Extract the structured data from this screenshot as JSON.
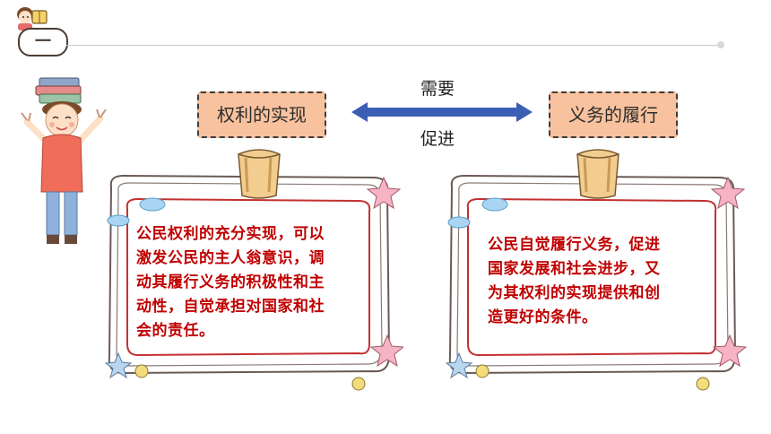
{
  "header": {
    "section_number": "一"
  },
  "concepts": {
    "left": "权利的实现",
    "right": "义务的履行",
    "relation_top": "需要",
    "relation_bottom": "促进"
  },
  "cards": {
    "left": {
      "lines": [
        "公民权利的充分实现，可以",
        "激发公民的主人翁意识，调",
        "动其履行义务的积极性和主",
        "动性，自觉承担对国家和社",
        "会的责任。"
      ]
    },
    "right": {
      "lines": [
        "公民自觉履行义务，促进",
        "国家发展和社会进步，又",
        "为其权利的实现提供和创",
        "造更好的条件。"
      ]
    }
  },
  "colors": {
    "concept_fill": "#f9c29e",
    "card_text": "#c00000",
    "arrow": "#3b5fb5",
    "tape": "#f2cd8f"
  },
  "icons": [
    "kid-reading-icon",
    "kid-with-books-icon",
    "star-icon",
    "cloud-icon",
    "tape-clip-icon"
  ]
}
